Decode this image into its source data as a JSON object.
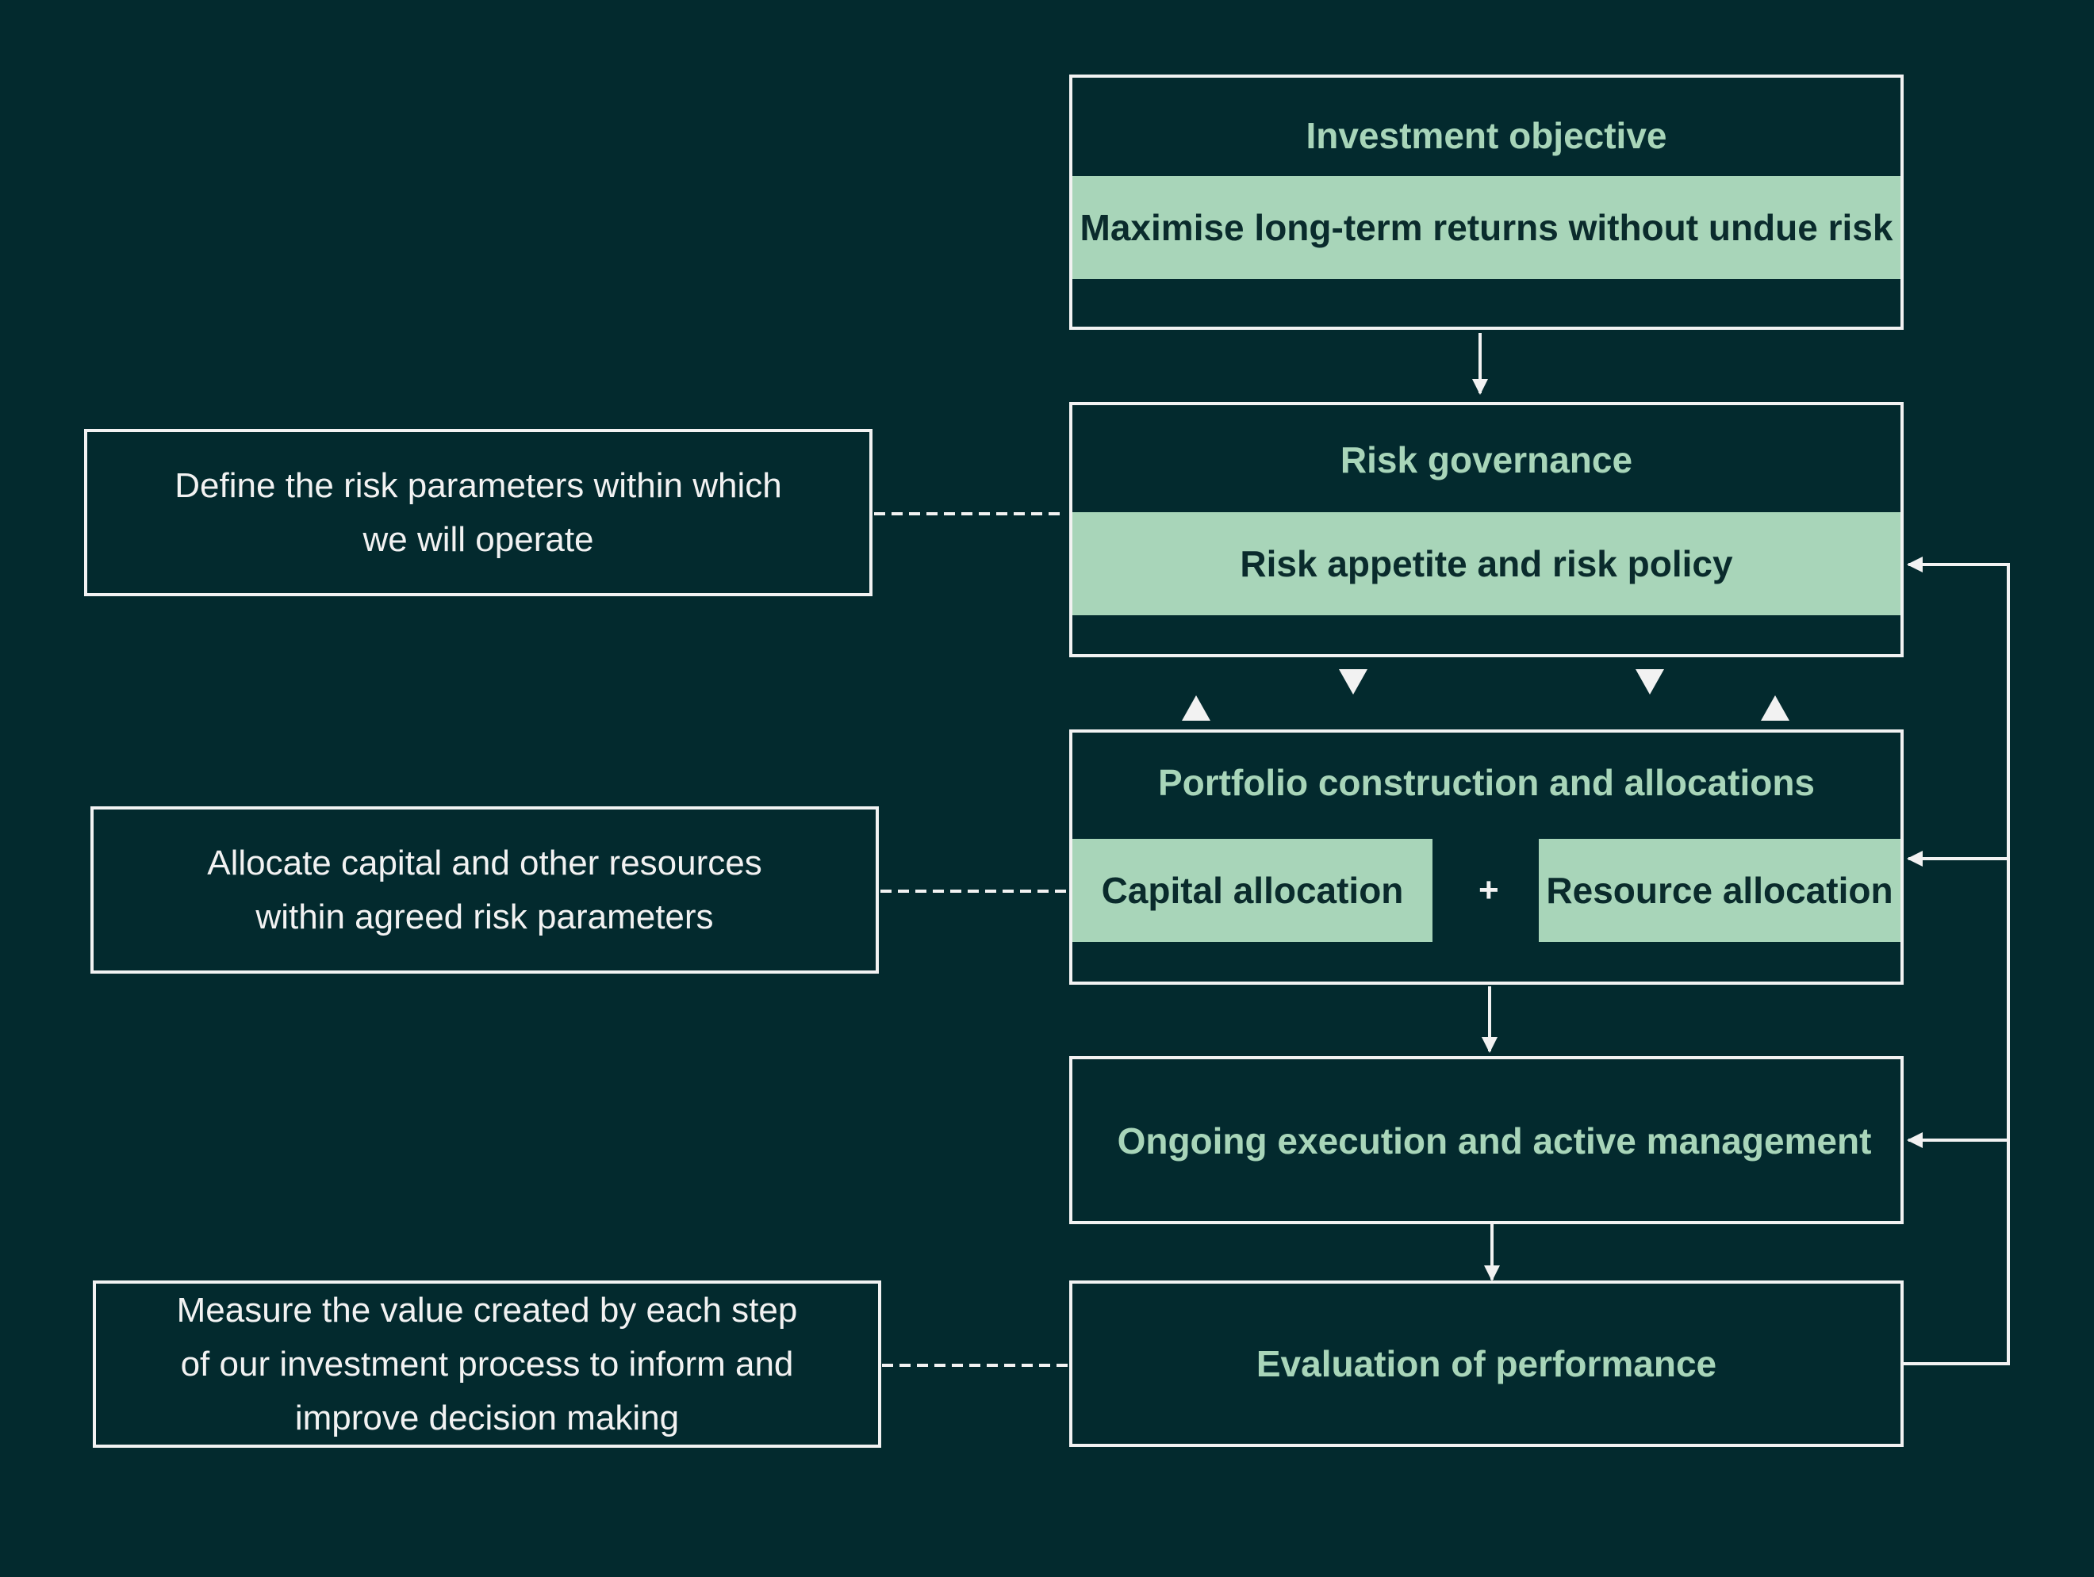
{
  "objective": {
    "title": "Investment objective",
    "band": "Maximise long-term returns without undue risk"
  },
  "governance": {
    "title": "Risk governance",
    "band": "Risk appetite and risk policy"
  },
  "portfolio": {
    "title": "Portfolio construction and allocations",
    "capital": "Capital allocation",
    "plus": "+",
    "resource": "Resource allocation"
  },
  "execution": {
    "title": "Ongoing execution and active management"
  },
  "evaluation": {
    "title": "Evaluation of performance"
  },
  "notes": {
    "risk": [
      "Define the risk parameters within which",
      "we will operate"
    ],
    "allocate": [
      "Allocate capital and other resources",
      "within agreed risk parameters"
    ],
    "measure": [
      "Measure the value created by each step",
      "of our investment process to inform and",
      "improve decision making"
    ]
  },
  "colors": {
    "background": "#032a2e",
    "accent": "#a8d5b9",
    "line": "#f2f2f2"
  }
}
